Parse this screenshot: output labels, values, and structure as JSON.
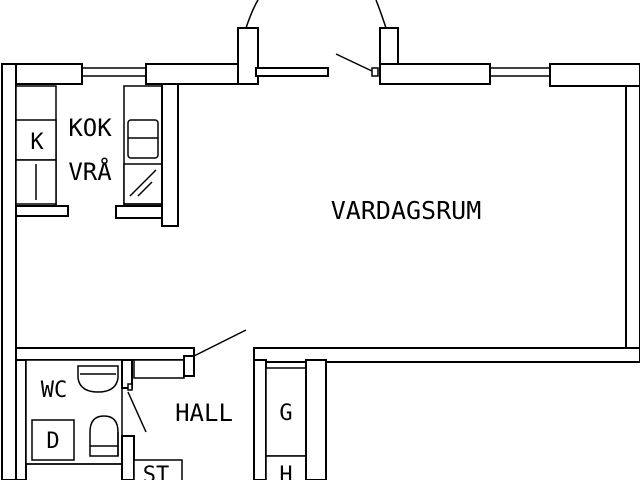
{
  "floorplan": {
    "rooms": {
      "vardagsrum": "VARDAGSRUM",
      "kok_line1": "KOK",
      "kok_line2": "VRÅ",
      "hall": "HALL",
      "wc": "WC"
    },
    "fixtures": {
      "kitchen_unit": "K",
      "dryer": "D",
      "wardrobe_g": "G",
      "wardrobe_h": "H",
      "storage": "ST"
    }
  }
}
